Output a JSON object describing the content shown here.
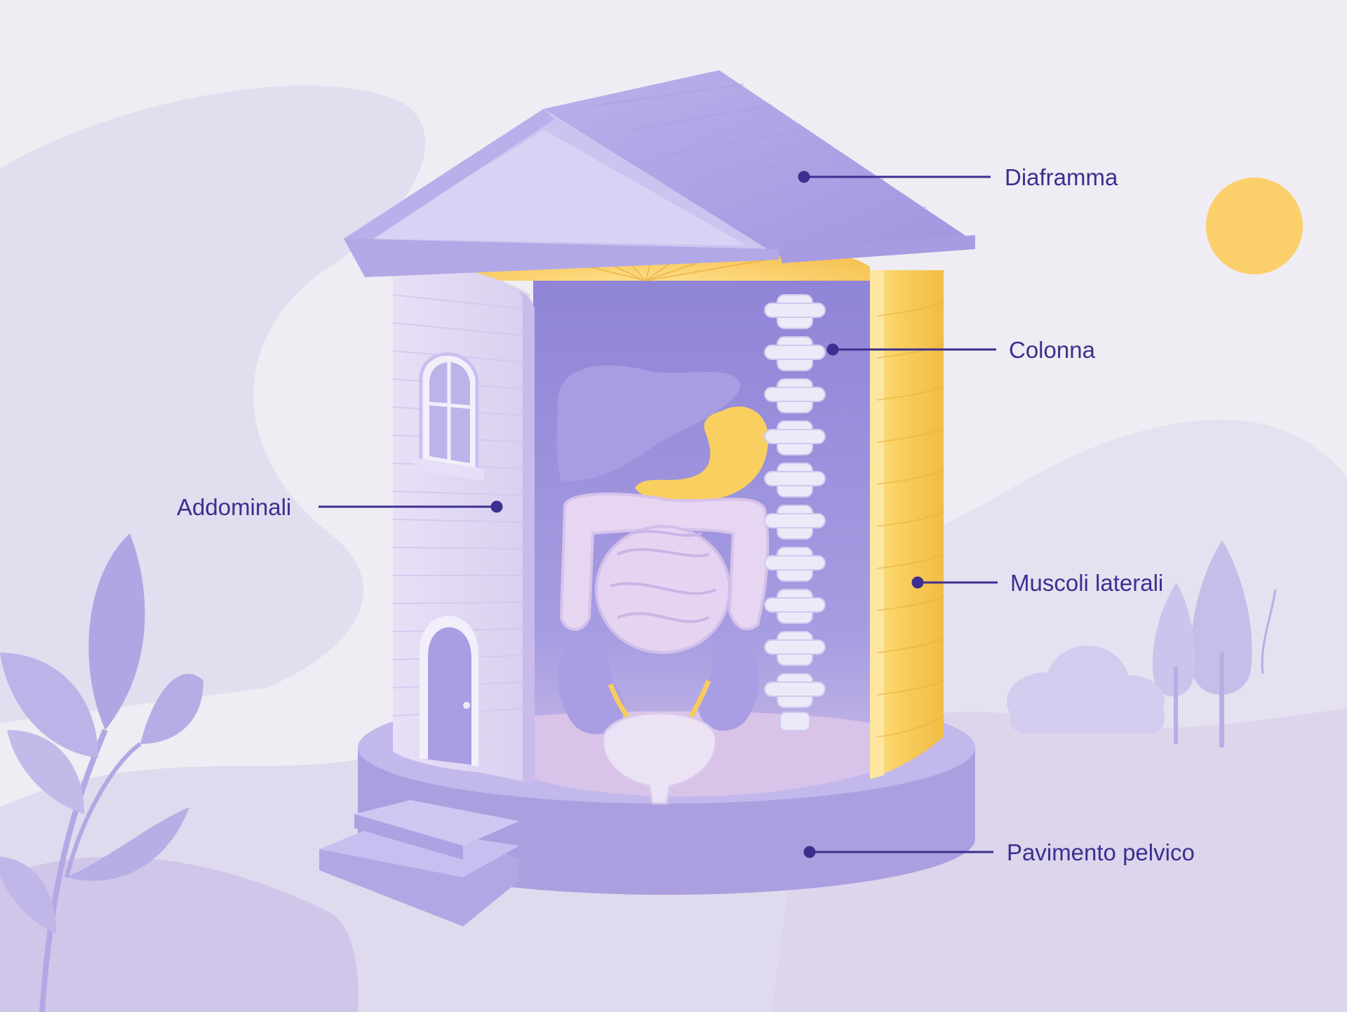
{
  "labels": {
    "diaphragm": "Diaframma",
    "spine": "Colonna",
    "abdominals": "Addominali",
    "lateral_muscles": "Muscoli laterali",
    "pelvic_floor": "Pavimento pelvico"
  },
  "colors": {
    "background": "#efedf3",
    "lavender": "#b7aee6",
    "lavender_dark": "#8f82d8",
    "interior": "#9d92dd",
    "yellow": "#f8cd5e",
    "label_text": "#3c2f8f",
    "sun": "#fbd06a"
  },
  "icons": {
    "sun": "sun-icon",
    "plant": "plant-icon",
    "tree": "tree-icon",
    "bush": "bush-icon"
  }
}
